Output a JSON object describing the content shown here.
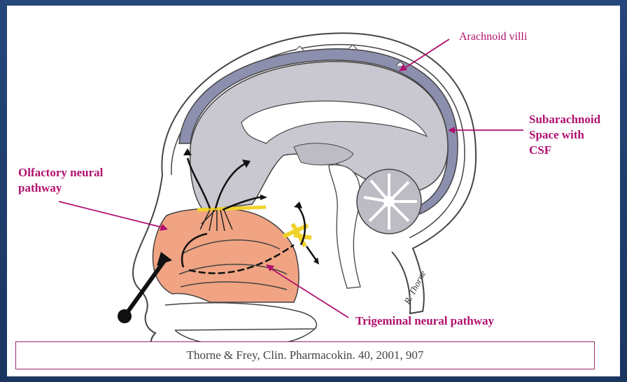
{
  "labels": {
    "arachnoid_villi": "Arachnoid villi",
    "subarachnoid": "Subarachnoid\nSpace with\nCSF",
    "olfactory": "Olfactory neural\npathway",
    "trigeminal": "Trigeminal neural pathway"
  },
  "signature": "R. Thorne",
  "citation": "Thorne & Frey, Clin. Pharmacokin. 40, 2001, 907",
  "colors": {
    "label": "#b0106e",
    "nasal_cavity": "#f0a483",
    "brain": "#c9c7cf",
    "csf_space": "#8d8fae",
    "nerve": "#f1d22a",
    "background": "#1c3a64"
  }
}
